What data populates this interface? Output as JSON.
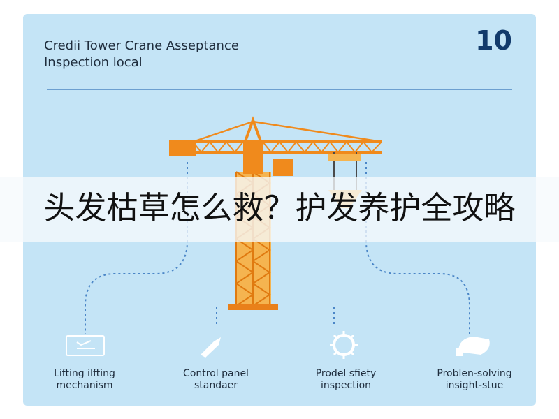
{
  "header": {
    "title_line1": "Credii Tower Crane Asseptance",
    "title_line2": "Inspection local",
    "number": "10"
  },
  "banner": {
    "text": "头发枯草怎么救？护发养护全攻略"
  },
  "features": [
    {
      "line1": "Lifting iIfting",
      "line2": "mechanism",
      "icon": "monitor-crane-icon"
    },
    {
      "line1": "Control panel",
      "line2": "standaer",
      "icon": "panel-pen-icon"
    },
    {
      "line1": "Prodel sfiety",
      "line2": "inspection",
      "icon": "gear-icon"
    },
    {
      "line1": "Problen-solving",
      "line2": "insight-stue",
      "icon": "lightbulb-icon"
    }
  ],
  "colors": {
    "background": "#c4e4f6",
    "crane": "#f08a1c",
    "rule": "#6c9fd0",
    "number": "#123a6b",
    "connector": "#4b86c7",
    "icon": "#ffffff"
  }
}
